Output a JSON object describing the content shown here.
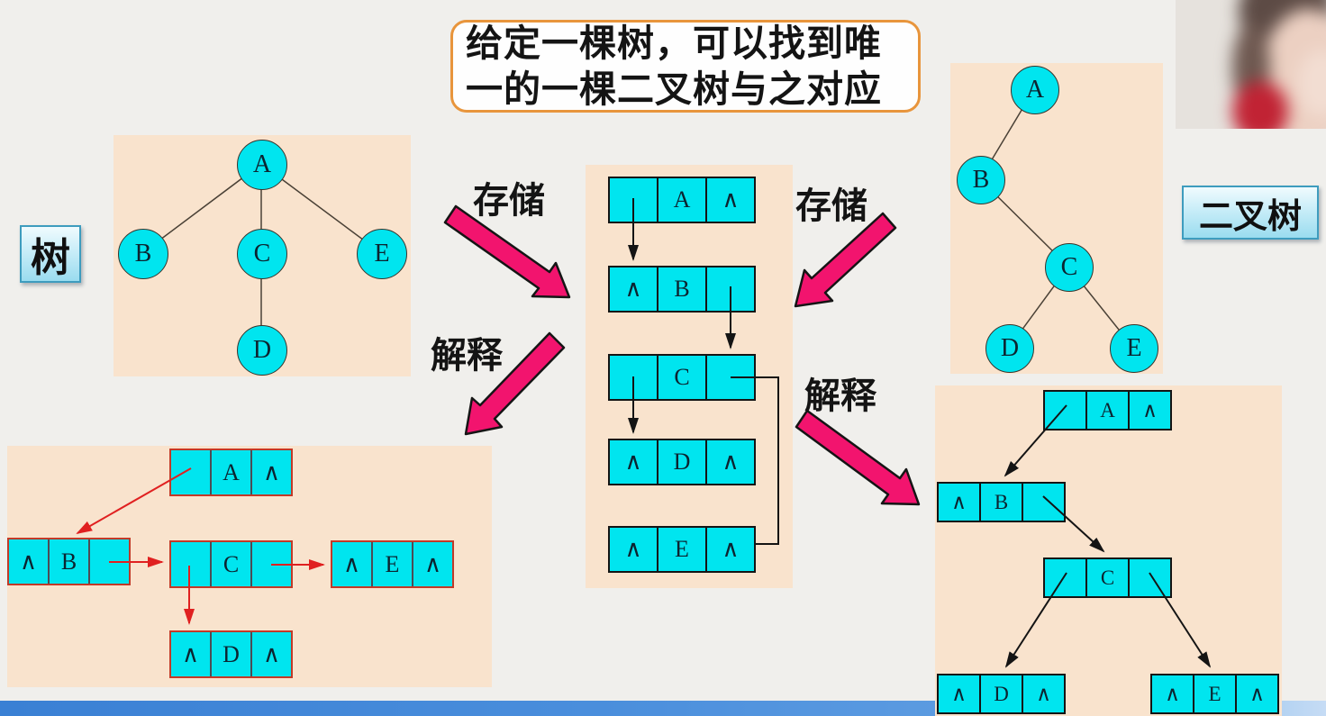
{
  "slide": {
    "title_line1": "给定一棵树，可以找到唯",
    "title_line2": "一的一棵二叉树与之对应"
  },
  "tags": {
    "tree": "树",
    "binary_tree": "二叉树"
  },
  "flow": {
    "store_left": "存储",
    "store_right": "存储",
    "interpret_left": "解释",
    "interpret_right": "解释"
  },
  "null_symbol": "∧",
  "general_tree": {
    "nodes": [
      {
        "label": "A"
      },
      {
        "label": "B"
      },
      {
        "label": "C"
      },
      {
        "label": "E"
      },
      {
        "label": "D"
      }
    ],
    "edges": [
      "A-B",
      "A-C",
      "A-E",
      "C-D"
    ]
  },
  "binary_tree": {
    "nodes": [
      {
        "label": "A"
      },
      {
        "label": "B"
      },
      {
        "label": "C"
      },
      {
        "label": "D"
      },
      {
        "label": "E"
      }
    ],
    "edges": [
      "A-B",
      "B-C",
      "C-D",
      "C-E"
    ]
  },
  "center_list": {
    "nodes": [
      {
        "cells": [
          "",
          "A",
          "∧"
        ]
      },
      {
        "cells": [
          "∧",
          "B",
          ""
        ]
      },
      {
        "cells": [
          "",
          "C",
          ""
        ]
      },
      {
        "cells": [
          "∧",
          "D",
          "∧"
        ]
      },
      {
        "cells": [
          "∧",
          "E",
          "∧"
        ]
      }
    ]
  },
  "bottom_left_list": {
    "nodes": [
      {
        "cells": [
          "",
          "A",
          "∧"
        ]
      },
      {
        "cells": [
          "∧",
          "B",
          ""
        ]
      },
      {
        "cells": [
          "",
          "C",
          ""
        ]
      },
      {
        "cells": [
          "∧",
          "E",
          "∧"
        ]
      },
      {
        "cells": [
          "∧",
          "D",
          "∧"
        ]
      }
    ]
  },
  "bottom_right_list": {
    "nodes": [
      {
        "cells": [
          "",
          "A",
          "∧"
        ]
      },
      {
        "cells": [
          "∧",
          "B",
          ""
        ]
      },
      {
        "cells": [
          "",
          "C",
          ""
        ]
      },
      {
        "cells": [
          "∧",
          "D",
          "∧"
        ]
      },
      {
        "cells": [
          "∧",
          "E",
          "∧"
        ]
      }
    ]
  },
  "colors": {
    "node_fill": "#00e5ef",
    "panel_bg": "#f9e3cd",
    "block_arrow_fill": "#f2146e",
    "red_link": "#e02020",
    "red_border": "#c23a28",
    "black_link": "#141414",
    "tag_border": "#3e9cbe",
    "title_border": "#e8953c",
    "taskbar_blue": "#4a8edc"
  }
}
